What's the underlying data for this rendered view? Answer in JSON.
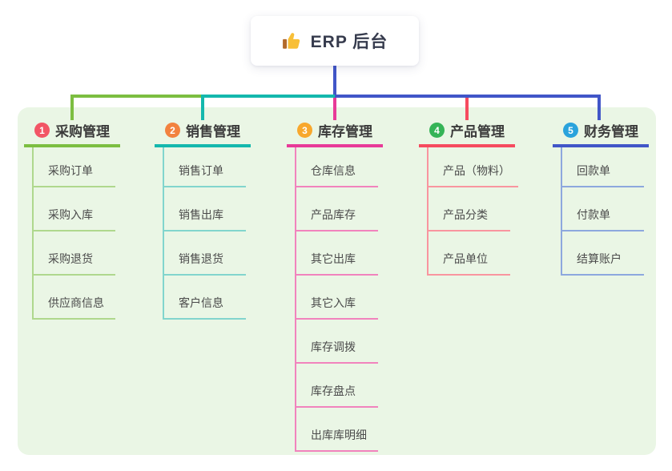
{
  "root": {
    "title": "ERP 后台",
    "icon": "thumbs-up"
  },
  "colors": {
    "page_bg": "#ffffff",
    "panel_bg": "#eaf6e5",
    "root_card_bg": "#ffffff",
    "root_text": "#363b4d",
    "header_text": "#3b3b3b",
    "child_text": "#4b4b4b",
    "root_line": "#4156c8",
    "thumb_yellow": "#f8bf37",
    "thumb_cuff": "#b26a2a"
  },
  "branches": [
    {
      "index": "1",
      "label": "采购管理",
      "badge_color": "#f25565",
      "line_color": "#7cbe41",
      "child_line_color": "#afd88d",
      "children": [
        "采购订单",
        "采购入库",
        "采购退货",
        "供应商信息"
      ]
    },
    {
      "index": "2",
      "label": "销售管理",
      "badge_color": "#f2823f",
      "line_color": "#14b8ad",
      "child_line_color": "#82d5cd",
      "children": [
        "销售订单",
        "销售出库",
        "销售退货",
        "客户信息"
      ]
    },
    {
      "index": "3",
      "label": "库存管理",
      "badge_color": "#f8a82d",
      "line_color": "#e83a98",
      "child_line_color": "#f183bd",
      "children": [
        "仓库信息",
        "产品库存",
        "其它出库",
        "其它入库",
        "库存调拨",
        "库存盘点",
        "出库库明细"
      ]
    },
    {
      "index": "4",
      "label": "产品管理",
      "badge_color": "#35b457",
      "line_color": "#f64b5f",
      "child_line_color": "#f9959f",
      "children": [
        "产品（物料）",
        "产品分类",
        "产品单位"
      ]
    },
    {
      "index": "5",
      "label": "财务管理",
      "badge_color": "#2aa3dc",
      "line_color": "#4156c8",
      "child_line_color": "#8da8de",
      "children": [
        "回款单",
        "付款单",
        "结算账户"
      ]
    }
  ]
}
